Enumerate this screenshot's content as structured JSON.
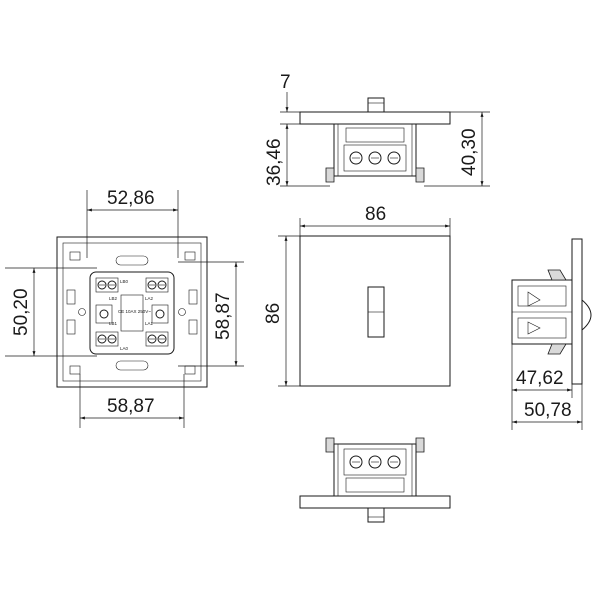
{
  "dimensions": {
    "front_view": {
      "width": "86",
      "height": "86"
    },
    "mechanism_view": {
      "top_width": "52,86",
      "bottom_width": "58,87",
      "left_height": "50,20",
      "right_height": "58,87"
    },
    "top_view": {
      "plate_thickness": "7",
      "left_depth": "36,46",
      "right_depth": "40,30"
    },
    "side_view": {
      "inner_depth": "47,62",
      "total_depth": "50,78"
    }
  },
  "mechanism_labels": {
    "terminal_lb0": "LB0",
    "terminal_lb2": "LB2",
    "terminal_la2": "LA2",
    "rating": "CE 10AX 250V~",
    "terminal_la1": "LA1",
    "terminal_lb1": "LB1",
    "terminal_la0": "LA0"
  }
}
